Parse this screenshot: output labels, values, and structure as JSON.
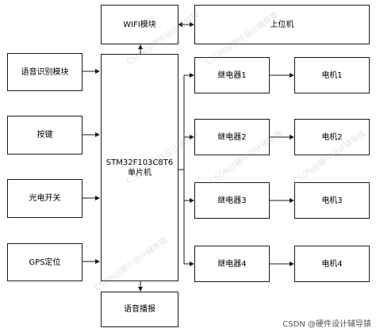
{
  "blocks": {
    "wifi": "WIFI模块",
    "host": "上位机",
    "voice_recognition": "语音识别模块",
    "keys": "按键",
    "light_switch": "光电开关",
    "gps": "GPS定位",
    "mcu_line1": "STM32F103C8T6",
    "mcu_line2": "单片机",
    "voice_broadcast": "语音播报",
    "relays": [
      "继电器1",
      "继电器2",
      "继电器3",
      "继电器4"
    ],
    "motors": [
      "电机1",
      "电机2",
      "电机3",
      "电机4"
    ]
  },
  "watermark": "CSDN@硬件设计辅导猿",
  "footer": "CSDN @硬件设计辅导猿"
}
